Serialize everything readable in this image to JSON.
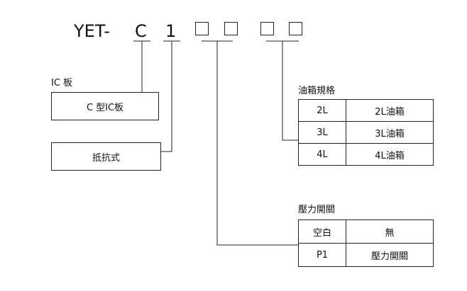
{
  "model": {
    "prefix": "YET-",
    "c1": "C",
    "c2": "1"
  },
  "ic_board": {
    "title": "IC 板",
    "option": "C 型IC板"
  },
  "resistance": {
    "option": "抵抗式"
  },
  "oil_tank": {
    "title": "油箱規格",
    "rows": [
      {
        "code": "2L",
        "desc": "2L油箱"
      },
      {
        "code": "3L",
        "desc": "3L油箱"
      },
      {
        "code": "4L",
        "desc": "4L油箱"
      }
    ]
  },
  "pressure_switch": {
    "title": "壓力開關",
    "rows": [
      {
        "code": "空白",
        "desc": "無"
      },
      {
        "code": "P1",
        "desc": "壓力開關"
      }
    ]
  }
}
